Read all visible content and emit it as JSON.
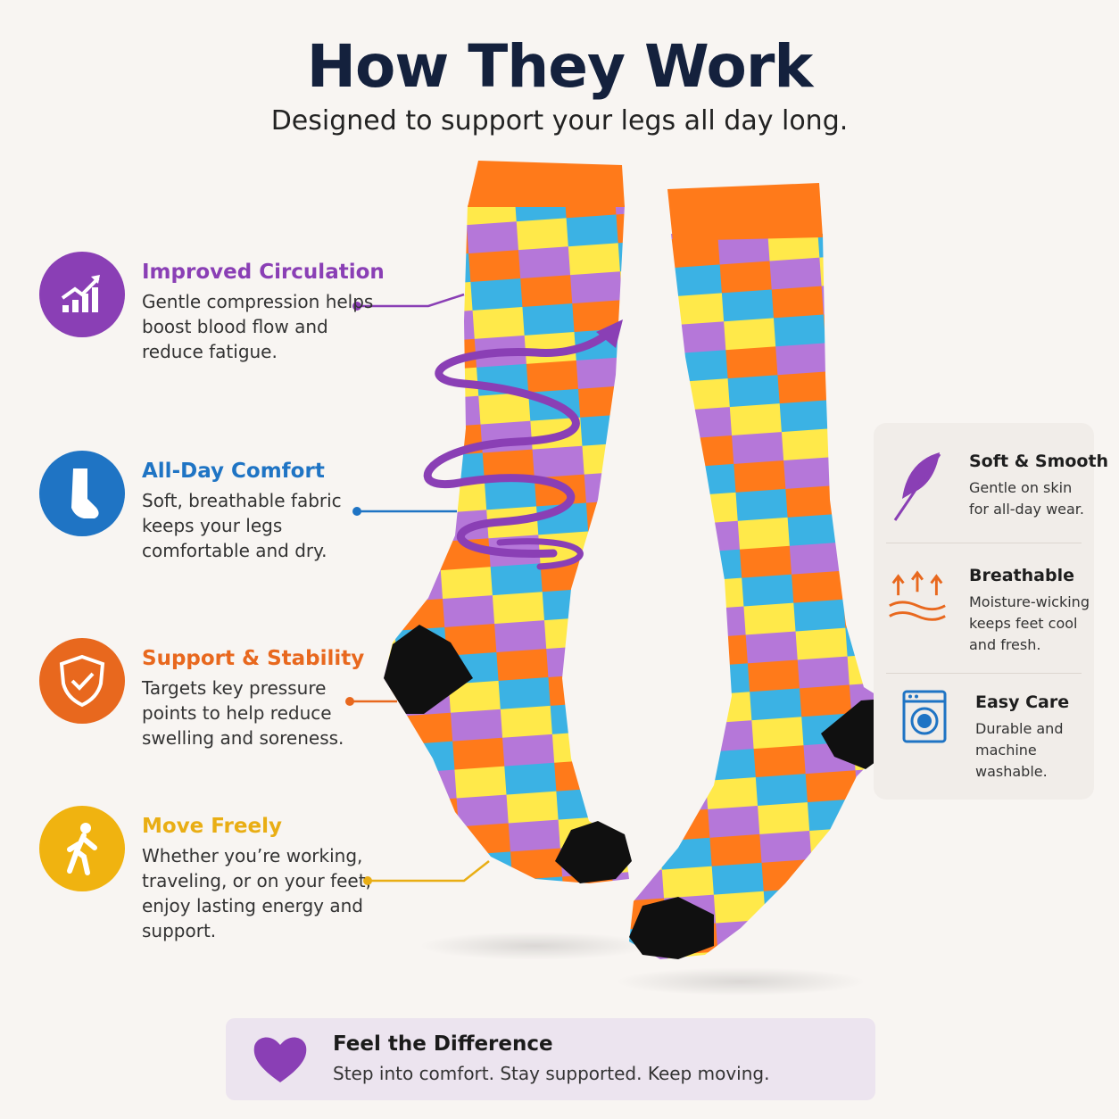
{
  "header": {
    "title": "How They Work",
    "subtitle": "Designed to support your legs all day long."
  },
  "features": [
    {
      "heading": "Improved Circulation",
      "body": "Gentle compression helps boost blood flow and reduce fatigue.",
      "color": "#8a3fb5",
      "icon": "trending-up-icon"
    },
    {
      "heading": "All-Day Comfort",
      "body": "Soft, breathable fabric keeps your legs comfortable and dry.",
      "color": "#1f74c4",
      "icon": "sock-icon"
    },
    {
      "heading": "Support & Stability",
      "body": "Targets key pressure points to help reduce swelling and soreness.",
      "color": "#e8681e",
      "icon": "shield-check-icon"
    },
    {
      "heading": "Move Freely",
      "body": "Whether you’re working, traveling, or on your feet, enjoy lasting energy and support.",
      "color": "#e9ae14",
      "icon": "walking-person-icon"
    }
  ],
  "benefits": [
    {
      "heading": "Soft & Smooth",
      "body": "Gentle on skin for all-day wear.",
      "icon": "feather-icon"
    },
    {
      "heading": "Breathable",
      "body": "Moisture-wicking keeps feet cool and fresh.",
      "icon": "airflow-icon"
    },
    {
      "heading": "Easy Care",
      "body": "Durable and machine washable.",
      "icon": "washing-machine-icon"
    }
  ],
  "banner": {
    "heading": "Feel the Difference",
    "body": "Step into comfort. Stay supported. Keep moving.",
    "icon": "heart-icon"
  },
  "colors": {
    "purple": "#8a3fb5",
    "blue": "#1f74c4",
    "orange": "#e8681e",
    "yellow": "#e9ae14",
    "sock_orange": "#ff7a1a",
    "sock_yellow": "#ffe94a",
    "sock_blue": "#3bb2e4",
    "sock_lilac": "#b577d9"
  }
}
